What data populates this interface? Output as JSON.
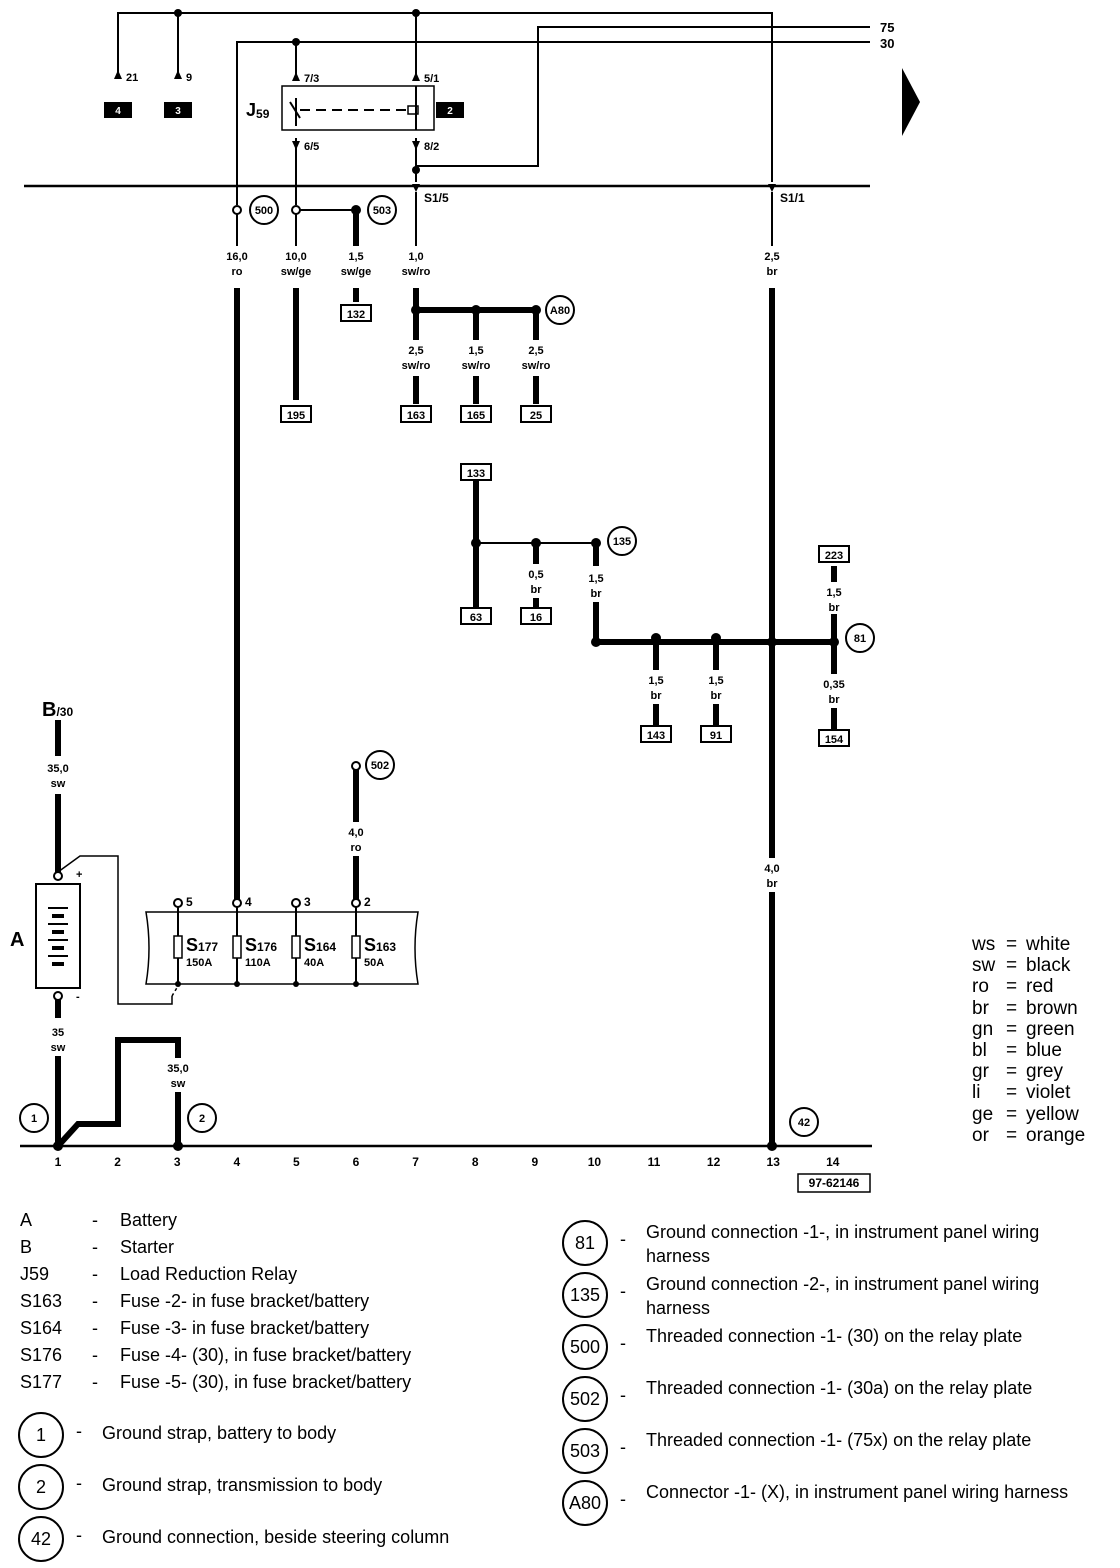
{
  "top_terminals": {
    "t75": "75",
    "t30": "30"
  },
  "relay": {
    "label_main": "J",
    "label_sub": "59",
    "pin_7_3": "7/3",
    "pin_5_1": "5/1",
    "pin_6_5": "6/5",
    "pin_8_2": "8/2",
    "box_2": "2"
  },
  "top_pins": {
    "pin_21": "21",
    "pin_9": "9",
    "box_4": "4",
    "box_3": "3"
  },
  "splice": {
    "s1_5": "S1/5",
    "s1_1": "S1/1"
  },
  "circles": {
    "c500": "500",
    "c503": "503",
    "cA80": "A80",
    "c135": "135",
    "c81": "81",
    "c502": "502",
    "c1": "1",
    "c2": "2",
    "c42": "42"
  },
  "wires": {
    "w_16_0": "16,0",
    "w_ro_1": "ro",
    "w_10_0": "10,0",
    "w_swge_1": "sw/ge",
    "w_1_5a": "1,5",
    "w_swge_2": "sw/ge",
    "w_1_0": "1,0",
    "w_swro_1": "sw/ro",
    "w_2_5a": "2,5",
    "w_br_a": "br",
    "w_2_5b": "2,5",
    "w_swro_2": "sw/ro",
    "w_1_5b": "1,5",
    "w_swro_3": "sw/ro",
    "w_2_5c": "2,5",
    "w_swro_4": "sw/ro",
    "w_0_5": "0,5",
    "w_br_b": "br",
    "w_1_5c": "1,5",
    "w_br_c": "br",
    "w_1_5d": "1,5",
    "w_br_d": "br",
    "w_1_5e": "1,5",
    "w_br_e": "br",
    "w_1_5f": "1,5",
    "w_br_f": "br",
    "w_0_35": "0,35",
    "w_br_g": "br",
    "w_35_0a": "35,0",
    "w_sw_a": "sw",
    "w_4_0a": "4,0",
    "w_ro_2": "ro",
    "w_4_0b": "4,0",
    "w_br_h": "br",
    "w_35": "35",
    "w_sw_b": "sw",
    "w_35_0b": "35,0",
    "w_sw_c": "sw"
  },
  "boxes": {
    "b132": "132",
    "b195": "195",
    "b163": "163",
    "b165": "165",
    "b25": "25",
    "b133": "133",
    "b63": "63",
    "b16": "16",
    "b223": "223",
    "b143": "143",
    "b91": "91",
    "b154": "154"
  },
  "battery": {
    "label": "A",
    "plus": "+",
    "minus": "-"
  },
  "starter": {
    "label_main": "B",
    "label_sub": "/30"
  },
  "fuses": [
    {
      "name": "S",
      "num": "177",
      "amps": "150A",
      "pin": "5"
    },
    {
      "name": "S",
      "num": "176",
      "amps": "110A",
      "pin": "4"
    },
    {
      "name": "S",
      "num": "164",
      "amps": "40A",
      "pin": "3"
    },
    {
      "name": "S",
      "num": "163",
      "amps": "50A",
      "pin": "2"
    }
  ],
  "bottom_axis": [
    "1",
    "2",
    "3",
    "4",
    "5",
    "6",
    "7",
    "8",
    "9",
    "10",
    "11",
    "12",
    "13",
    "14"
  ],
  "doc_id": "97-62146",
  "color_legend": [
    {
      "code": "ws",
      "name": "white"
    },
    {
      "code": "sw",
      "name": "black"
    },
    {
      "code": "ro",
      "name": "red"
    },
    {
      "code": "br",
      "name": "brown"
    },
    {
      "code": "gn",
      "name": "green"
    },
    {
      "code": "bl",
      "name": "blue"
    },
    {
      "code": "gr",
      "name": "grey"
    },
    {
      "code": "li",
      "name": "violet"
    },
    {
      "code": "ge",
      "name": "yellow"
    },
    {
      "code": "or",
      "name": "orange"
    }
  ],
  "color_legend_eq": "=",
  "key_dash": "-",
  "key_left": [
    {
      "code": "A",
      "desc": "Battery"
    },
    {
      "code": "B",
      "desc": "Starter"
    },
    {
      "code": "J59",
      "desc": "Load Reduction Relay"
    },
    {
      "code": "S163",
      "desc": "Fuse -2- in fuse bracket/battery"
    },
    {
      "code": "S164",
      "desc": "Fuse -3- in fuse bracket/battery"
    },
    {
      "code": "S176",
      "desc": "Fuse -4- (30), in fuse bracket/battery"
    },
    {
      "code": "S177",
      "desc": "Fuse -5- (30), in fuse bracket/battery"
    }
  ],
  "key_left_circles": [
    {
      "code": "1",
      "desc": "Ground strap, battery to body"
    },
    {
      "code": "2",
      "desc": "Ground strap, transmission to body"
    },
    {
      "code": "42",
      "desc": "Ground connection, beside steering column"
    }
  ],
  "key_right_circles": [
    {
      "code": "81",
      "desc": "Ground connection -1-, in instrument panel wiring harness"
    },
    {
      "code": "135",
      "desc": "Ground connection -2-, in instrument panel wiring harness"
    },
    {
      "code": "500",
      "desc": "Threaded connection -1- (30) on the relay plate"
    },
    {
      "code": "502",
      "desc": "Threaded connection -1- (30a) on the relay plate"
    },
    {
      "code": "503",
      "desc": "Threaded connection -1- (75x) on the relay plate"
    },
    {
      "code": "A80",
      "desc": "Connector -1- (X), in instrument panel wiring harness"
    }
  ]
}
